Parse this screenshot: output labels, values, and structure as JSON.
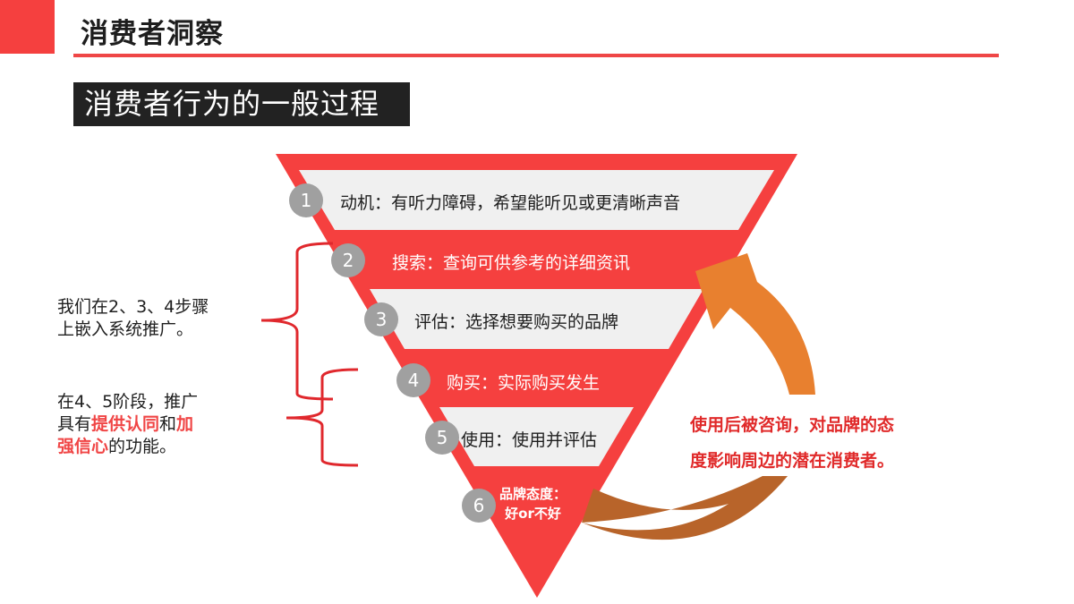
{
  "header": {
    "title": "消费者洞察",
    "accent_color": "#f5403f"
  },
  "subtitle": "消费者行为的一般过程",
  "funnel": {
    "colors": {
      "outer": "#f5403f",
      "band": "#f0f0f0",
      "step_circle": "#a0a0a0"
    },
    "steps": [
      {
        "num": "1",
        "text": "动机：有听力障碍，希望能听见或更清晰声音"
      },
      {
        "num": "2",
        "text": "搜索：查询可供参考的详细资讯"
      },
      {
        "num": "3",
        "text": "评估：选择想要购买的品牌"
      },
      {
        "num": "4",
        "text": "购买：实际购买发生"
      },
      {
        "num": "5",
        "text": "使用：使用并评估"
      },
      {
        "num": "6",
        "text_line1": "品牌态度：",
        "text_line2": "好or不好"
      }
    ]
  },
  "notes": {
    "promotion": {
      "line1": "我们在2、3、4步骤",
      "line2": "上嵌入系统推广。"
    },
    "stage45": {
      "line1": "在4、5阶段，推广",
      "line2_prefix": "具有",
      "highlight1": "提供认同",
      "line2_mid": "和",
      "highlight2a": "加",
      "highlight2b": "强信心",
      "line3_suffix": "的功能。"
    }
  },
  "loop": {
    "text_line1": "使用后被咨询，对品牌的态",
    "text_line2": "度影响周边的潜在消费者。",
    "arrow_colors": {
      "upper": "#e8802f",
      "lower": "#b8642a"
    }
  }
}
